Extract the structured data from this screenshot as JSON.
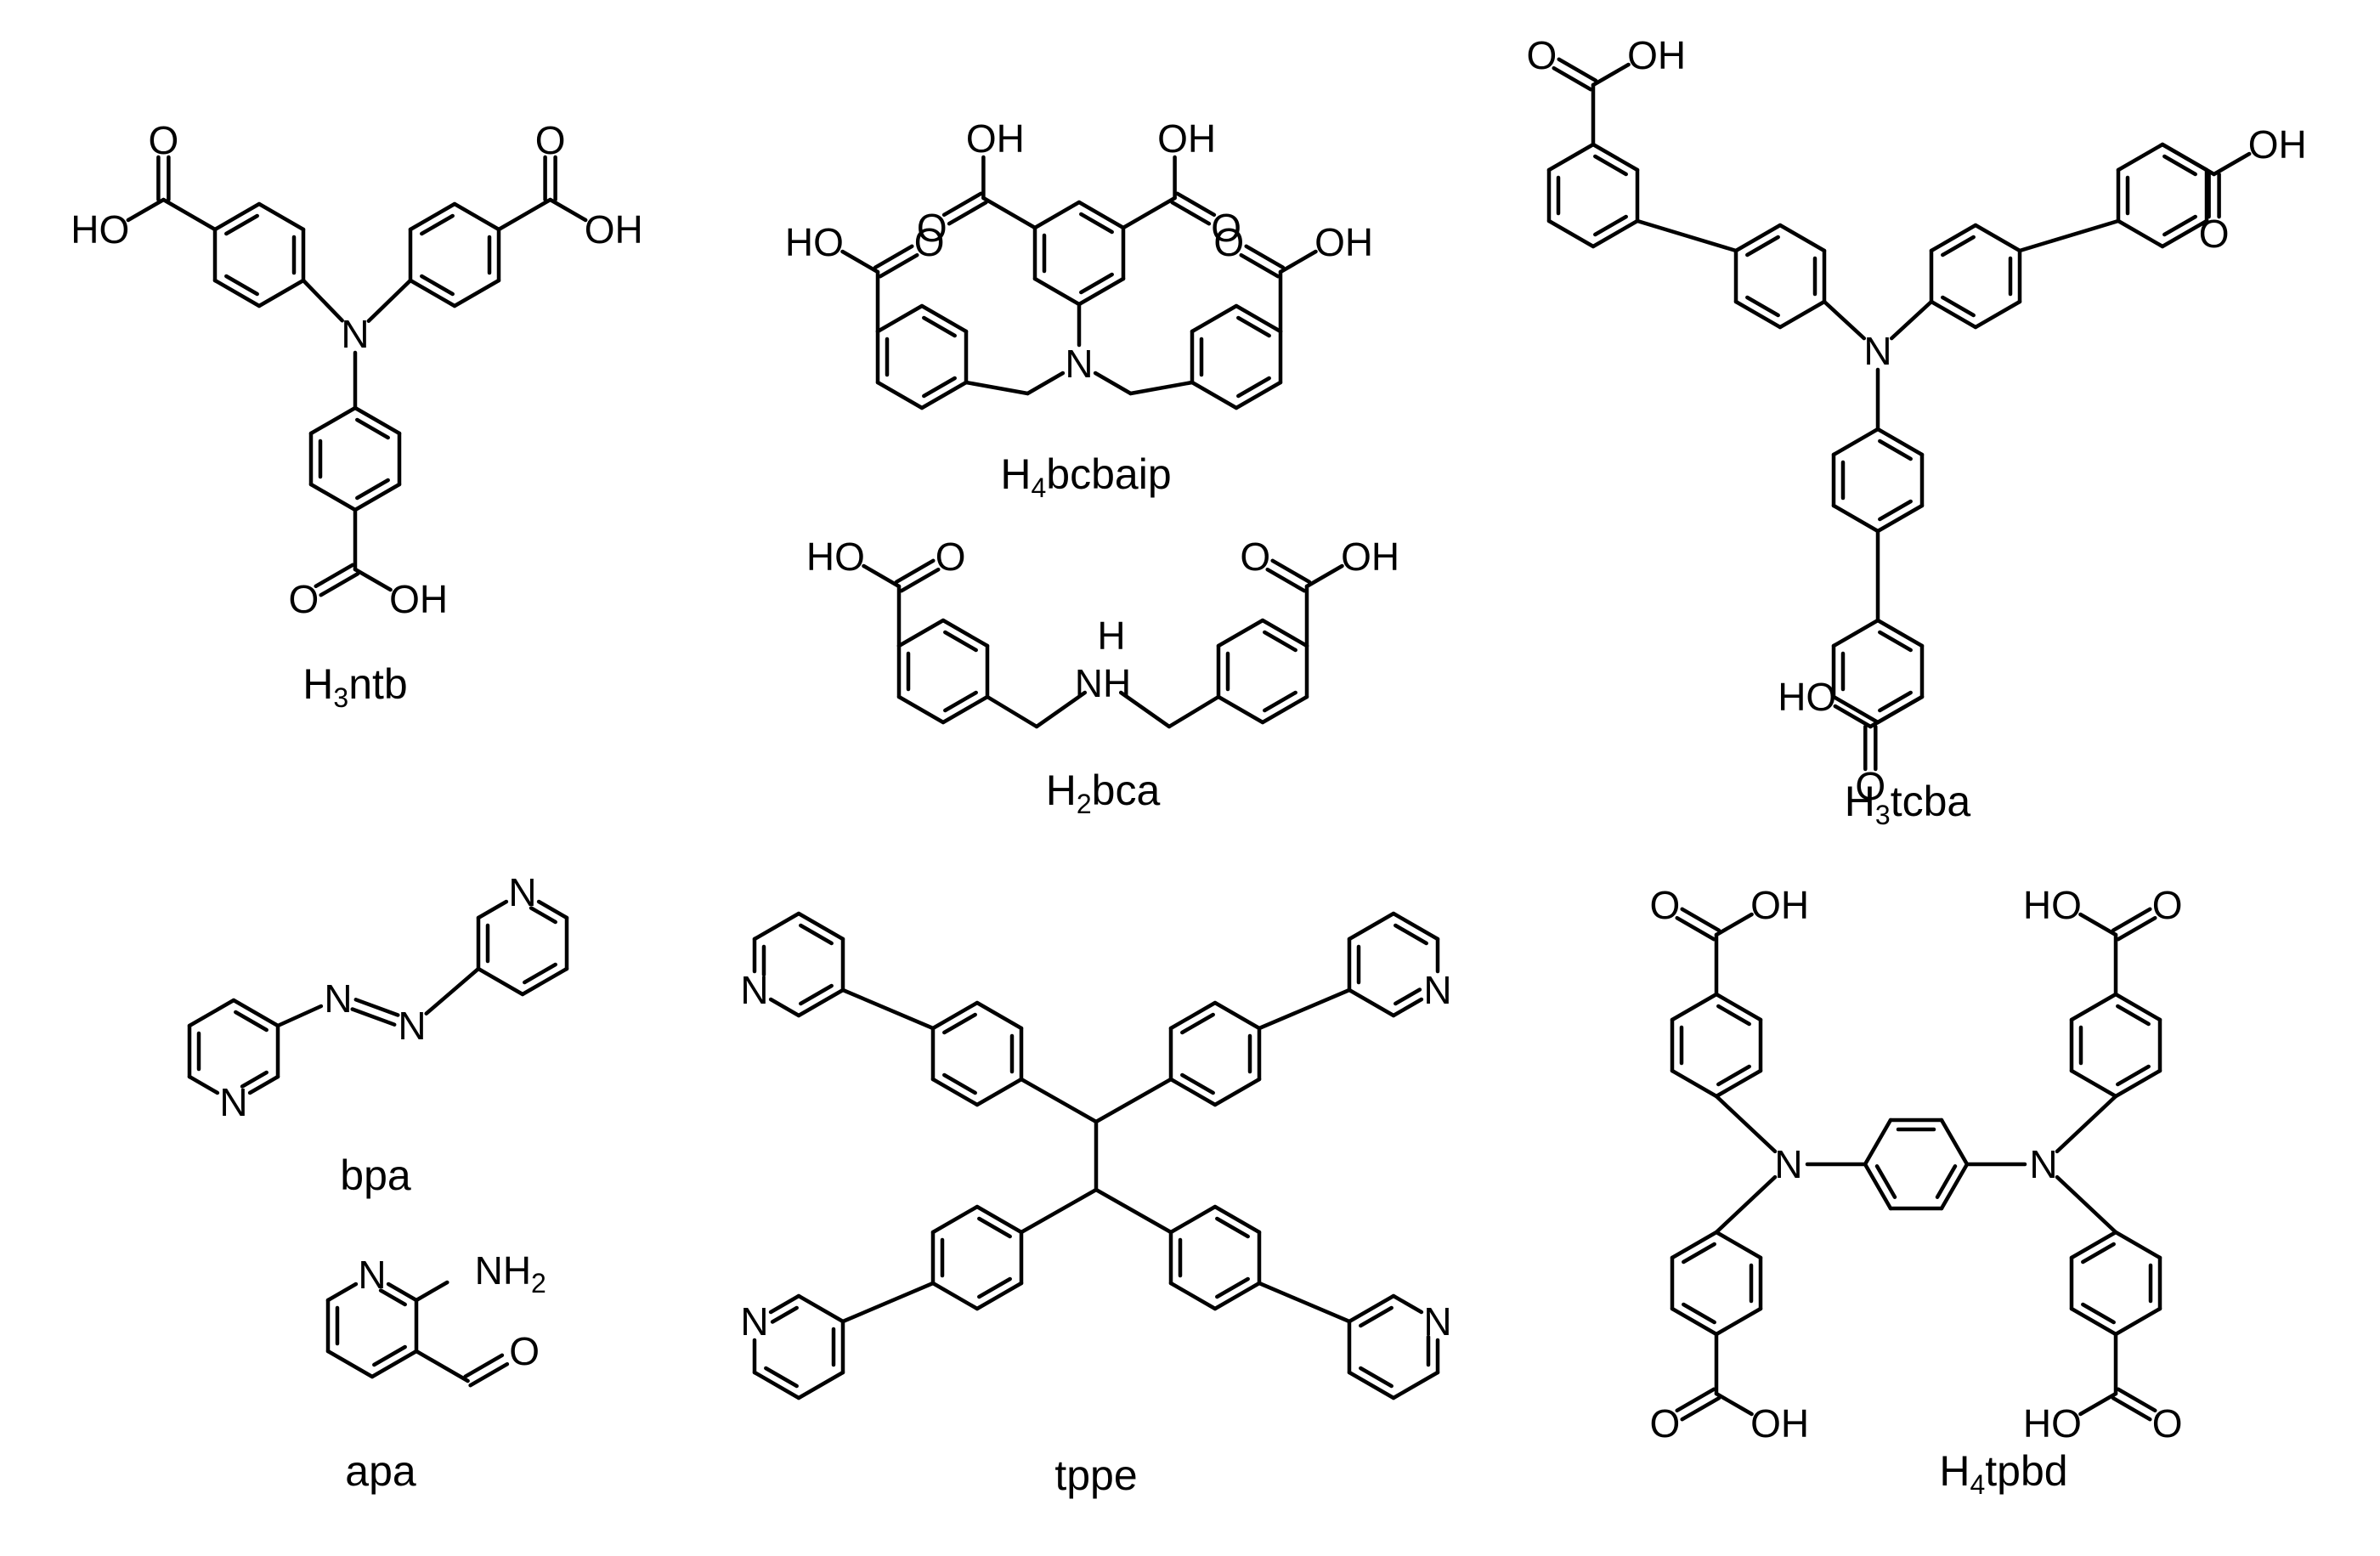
{
  "atoms": {
    "N": "N",
    "H": "H",
    "O": "O",
    "OH": "OH",
    "HO": "HO",
    "NH": "NH",
    "two": "2"
  },
  "compounds": [
    {
      "key": "h3ntb",
      "parts": [
        "H",
        "3",
        "ntb"
      ]
    },
    {
      "key": "h4bcbaip",
      "parts": [
        "H",
        "4",
        "bcbaip"
      ]
    },
    {
      "key": "h2bca",
      "parts": [
        "H",
        "2",
        "bca"
      ]
    },
    {
      "key": "h3tcba",
      "parts": [
        "H",
        "3",
        "tcba"
      ]
    },
    {
      "key": "bpa",
      "parts": [
        "bpa",
        "",
        ""
      ]
    },
    {
      "key": "apa",
      "parts": [
        "apa",
        "",
        ""
      ]
    },
    {
      "key": "tppe",
      "parts": [
        "tppe",
        "",
        ""
      ]
    },
    {
      "key": "h4tpbd",
      "parts": [
        "H",
        "4",
        "tpbd"
      ]
    }
  ]
}
